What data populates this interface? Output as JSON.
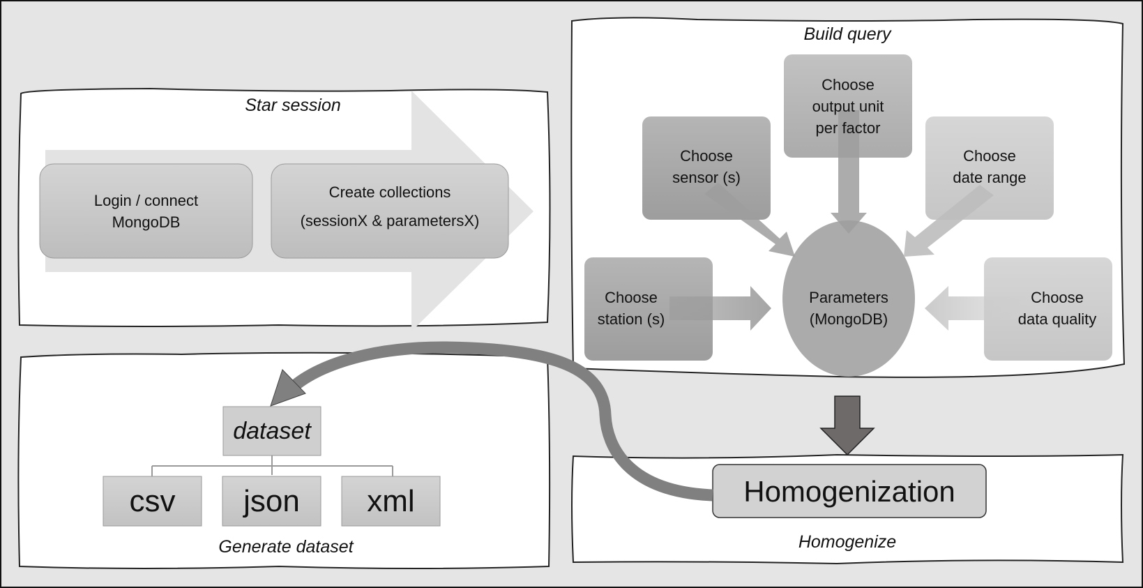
{
  "panels": {
    "start_session": {
      "title": "Star session",
      "steps": [
        {
          "label_line1": "Login / connect",
          "label_line2": "MongoDB"
        },
        {
          "label_line1": "Create collections",
          "label_line2": "(sessionX & parametersX)"
        }
      ]
    },
    "build_query": {
      "title": "Build query",
      "center": {
        "line1": "Parameters",
        "line2": "(MongoDB)"
      },
      "inputs": [
        {
          "line1": "Choose",
          "line2": "output unit",
          "line3": "per factor"
        },
        {
          "line1": "Choose",
          "line2": "sensor (s)"
        },
        {
          "line1": "Choose",
          "line2": "date range"
        },
        {
          "line1": "Choose",
          "line2": "station (s)"
        },
        {
          "line1": "Choose",
          "line2": "data quality"
        }
      ]
    },
    "homogenize": {
      "title": "Homogenize",
      "box_label": "Homogenization"
    },
    "generate_dataset": {
      "title": "Generate dataset",
      "root": "dataset",
      "formats": [
        "csv",
        "json",
        "xml"
      ]
    }
  },
  "colors": {
    "background": "#e6e5e6",
    "panel": "#ffffff",
    "box_dark": "#a9a9a9",
    "box_light": "#d0d0d0",
    "arrow_dark": "#6e6a6a",
    "flow_arrow": "#808080"
  }
}
